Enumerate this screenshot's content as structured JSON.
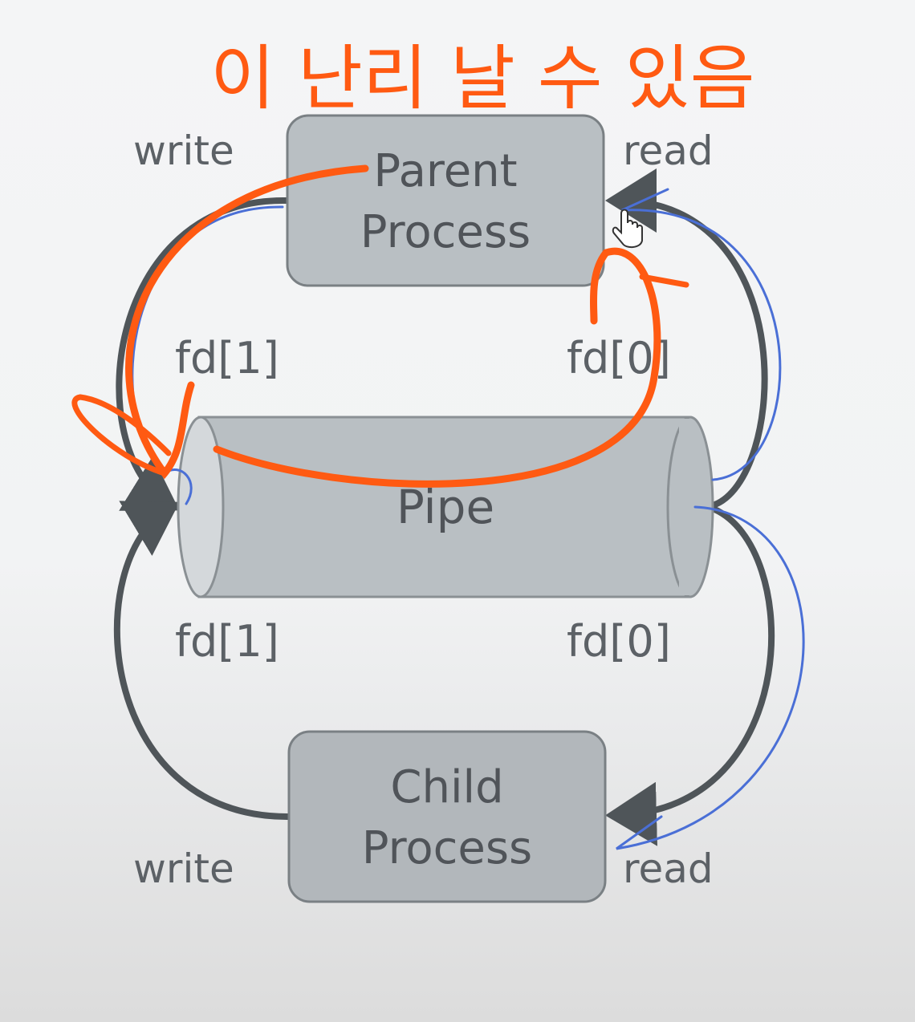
{
  "annotation": {
    "handwritten_note": "이 난리 날 수 있음",
    "color": "#ff5a12"
  },
  "parent": {
    "line1": "Parent",
    "line2": "Process",
    "write_label": "write",
    "read_label": "read"
  },
  "pipe": {
    "label": "Pipe",
    "top_fd_write": "fd[1]",
    "top_fd_read": "fd[0]",
    "bottom_fd_write": "fd[1]",
    "bottom_fd_read": "fd[0]"
  },
  "child": {
    "line1": "Child",
    "line2": "Process",
    "write_label": "write",
    "read_label": "read"
  },
  "colors": {
    "box_fill": "#b9bfc3",
    "box_stroke": "#7a8084",
    "arrow": "#4f5559",
    "pen_blue": "#4a6fd6",
    "pen_orange": "#ff5a12"
  }
}
